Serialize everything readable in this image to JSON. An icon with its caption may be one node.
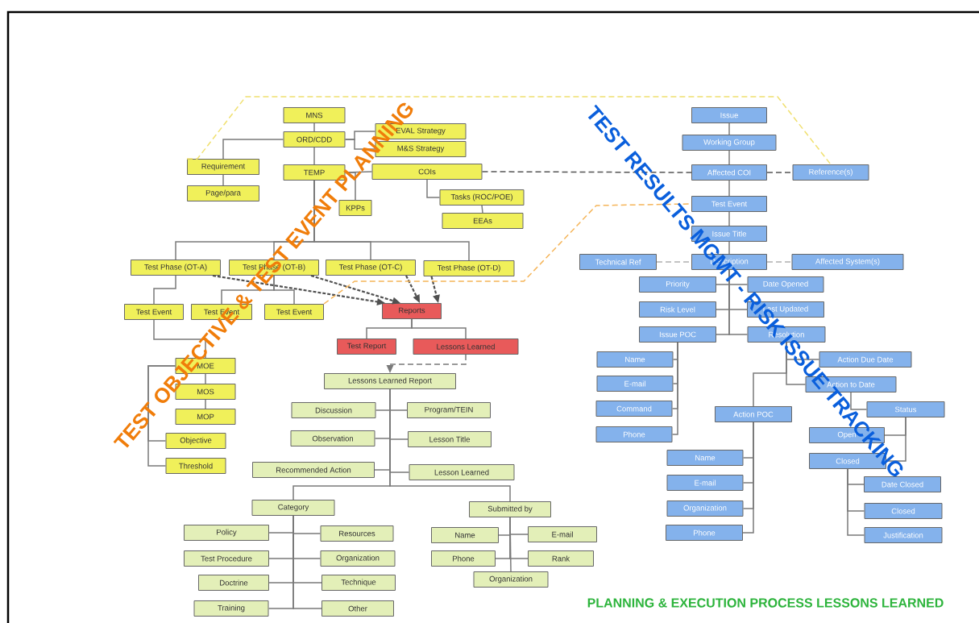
{
  "diagram": {
    "nodes": [
      {
        "text": [
          "MNS"
        ]
      },
      {
        "text": [
          "ORD/CDD"
        ]
      },
      {
        "text": [
          "EVAL Strategy"
        ]
      },
      {
        "text": [
          "M&S Strategy"
        ]
      },
      {
        "text": [
          "Requirement"
        ]
      },
      {
        "text": [
          "Page/para"
        ]
      },
      {
        "text": [
          "TEMP"
        ]
      },
      {
        "text": [
          "COIs"
        ]
      },
      {
        "text": [
          "KPPs"
        ]
      },
      {
        "text": [
          "Tasks (ROC/POE)"
        ]
      },
      {
        "text": [
          "EEAs"
        ]
      },
      {
        "text": [
          "Test Phase (OT-A)"
        ]
      },
      {
        "text": [
          "Test Phase (OT-B)"
        ]
      },
      {
        "text": [
          "Test Phase (OT-C)"
        ]
      },
      {
        "text": [
          "Test Phase (OT-D)"
        ]
      },
      {
        "text": [
          "Test Event"
        ]
      },
      {
        "text": [
          "Test Event"
        ]
      },
      {
        "text": [
          "Test Event"
        ]
      },
      {
        "text": [
          "Reports"
        ]
      },
      {
        "text": [
          "Test Report"
        ]
      },
      {
        "text": [
          "Lessons Learned"
        ]
      },
      {
        "text": [
          "MOE"
        ]
      },
      {
        "text": [
          "MOS"
        ]
      },
      {
        "text": [
          "MOP"
        ]
      },
      {
        "text": [
          "Objective"
        ]
      },
      {
        "text": [
          "Threshold"
        ]
      },
      {
        "text": [
          "Lessons Learned Report"
        ]
      },
      {
        "text": [
          "Discussion"
        ]
      },
      {
        "text": [
          "Program/TEIN"
        ]
      },
      {
        "text": [
          "Observation"
        ]
      },
      {
        "text": [
          "Lesson Title"
        ]
      },
      {
        "text": [
          "Recommended Action"
        ]
      },
      {
        "text": [
          "Lesson Learned"
        ]
      },
      {
        "text": [
          "Category"
        ]
      },
      {
        "text": [
          "Submitted by"
        ]
      },
      {
        "text": [
          "Policy"
        ]
      },
      {
        "text": [
          "Resources"
        ]
      },
      {
        "text": [
          "Test Procedure"
        ]
      },
      {
        "text": [
          "Organization"
        ]
      },
      {
        "text": [
          "Name"
        ]
      },
      {
        "text": [
          "E-mail"
        ]
      },
      {
        "text": [
          "Phone"
        ]
      },
      {
        "text": [
          "Rank"
        ]
      },
      {
        "text": [
          "Organization"
        ]
      },
      {
        "text": [
          "Doctrine"
        ]
      },
      {
        "text": [
          "Technique"
        ]
      },
      {
        "text": [
          "Training"
        ]
      },
      {
        "text": [
          "Other"
        ]
      },
      {
        "text": [
          "Issue"
        ]
      },
      {
        "text": [
          "Working Group"
        ]
      },
      {
        "text": [
          "Affected COI"
        ]
      },
      {
        "text": [
          "Reference(s)"
        ]
      },
      {
        "text": [
          "Test Event"
        ]
      },
      {
        "text": [
          "Issue Title"
        ]
      },
      {
        "text": [
          "Technical Ref"
        ]
      },
      {
        "text": [
          "Description"
        ]
      },
      {
        "text": [
          "Affected System(s)"
        ]
      },
      {
        "text": [
          "Priority"
        ]
      },
      {
        "text": [
          "Date Opened"
        ]
      },
      {
        "text": [
          "Risk Level"
        ]
      },
      {
        "text": [
          "Last Updated"
        ]
      },
      {
        "text": [
          "Issue POC"
        ]
      },
      {
        "text": [
          "Resolution"
        ]
      },
      {
        "text": [
          "Name"
        ]
      },
      {
        "text": [
          "E-mail"
        ]
      },
      {
        "text": [
          "Command"
        ]
      },
      {
        "text": [
          "Phone"
        ]
      },
      {
        "text": [
          "Action Due Date"
        ]
      },
      {
        "text": [
          "Action to Date"
        ]
      },
      {
        "text": [
          "Status"
        ]
      },
      {
        "text": [
          "Action POC"
        ]
      },
      {
        "text": [
          "Open"
        ]
      },
      {
        "text": [
          "Closed"
        ]
      },
      {
        "text": [
          "Name"
        ]
      },
      {
        "text": [
          "E-mail"
        ]
      },
      {
        "text": [
          "Organization"
        ]
      },
      {
        "text": [
          "Phone"
        ]
      },
      {
        "text": [
          "Date Closed"
        ]
      },
      {
        "text": [
          "Closed"
        ]
      },
      {
        "text": [
          "Justification"
        ]
      }
    ],
    "edges": [
      {
        "from": 0,
        "to": 1,
        "arrow": "none"
      },
      {
        "from": 1,
        "to": 2,
        "arrow": "none"
      },
      {
        "from": 1,
        "to": 3,
        "arrow": "none"
      },
      {
        "from": 1,
        "to": 4,
        "arrow": "none"
      },
      {
        "from": 4,
        "to": 5,
        "arrow": "none"
      },
      {
        "from": 1,
        "to": 6,
        "arrow": "none"
      },
      {
        "from": 6,
        "to": 7,
        "arrow": "none"
      },
      {
        "from": 6,
        "to": 8,
        "arrow": "none"
      },
      {
        "from": 7,
        "to": 9,
        "arrow": "none"
      },
      {
        "from": 9,
        "to": 10,
        "arrow": "none"
      },
      {
        "from": 6,
        "to": 11,
        "arrow": "none"
      },
      {
        "from": 6,
        "to": 12,
        "arrow": "none"
      },
      {
        "from": 6,
        "to": 13,
        "arrow": "none"
      },
      {
        "from": 6,
        "to": 14,
        "arrow": "none"
      },
      {
        "from": 11,
        "to": 15,
        "arrow": "none"
      },
      {
        "from": 12,
        "to": 16,
        "arrow": "none"
      },
      {
        "from": 12,
        "to": 17,
        "arrow": "none"
      },
      {
        "from": 11,
        "to": 18,
        "arrow": "to",
        "style": "dashed",
        "color": "#505050"
      },
      {
        "from": 12,
        "to": 18,
        "arrow": "to",
        "style": "dashed",
        "color": "#505050"
      },
      {
        "from": 13,
        "to": 18,
        "arrow": "to",
        "style": "dashed",
        "color": "#505050"
      },
      {
        "from": 14,
        "to": 18,
        "arrow": "to",
        "style": "dashed",
        "color": "#505050"
      },
      {
        "from": 18,
        "to": 19,
        "arrow": "none"
      },
      {
        "from": 18,
        "to": 20,
        "arrow": "none"
      },
      {
        "from": 20,
        "to": 26,
        "arrow": "to",
        "style": "dashed"
      },
      {
        "from": 15,
        "to": 21,
        "arrow": "none"
      },
      {
        "from": 21,
        "to": 22,
        "arrow": "none"
      },
      {
        "from": 22,
        "to": 23,
        "arrow": "none"
      },
      {
        "from": 21,
        "to": 24,
        "arrow": "none"
      },
      {
        "from": 21,
        "to": 25,
        "arrow": "none"
      },
      {
        "from": 26,
        "to": 27,
        "arrow": "none"
      },
      {
        "from": 26,
        "to": 28,
        "arrow": "none"
      },
      {
        "from": 26,
        "to": 29,
        "arrow": "none"
      },
      {
        "from": 26,
        "to": 30,
        "arrow": "none"
      },
      {
        "from": 26,
        "to": 31,
        "arrow": "none"
      },
      {
        "from": 26,
        "to": 32,
        "arrow": "none"
      },
      {
        "from": 26,
        "to": 33,
        "arrow": "none"
      },
      {
        "from": 26,
        "to": 34,
        "arrow": "none"
      },
      {
        "from": 33,
        "to": 35,
        "arrow": "none"
      },
      {
        "from": 33,
        "to": 36,
        "arrow": "none"
      },
      {
        "from": 33,
        "to": 37,
        "arrow": "none"
      },
      {
        "from": 33,
        "to": 38,
        "arrow": "none"
      },
      {
        "from": 33,
        "to": 44,
        "arrow": "none"
      },
      {
        "from": 33,
        "to": 45,
        "arrow": "none"
      },
      {
        "from": 33,
        "to": 46,
        "arrow": "none"
      },
      {
        "from": 33,
        "to": 47,
        "arrow": "none"
      },
      {
        "from": 34,
        "to": 39,
        "arrow": "none"
      },
      {
        "from": 34,
        "to": 40,
        "arrow": "none"
      },
      {
        "from": 34,
        "to": 41,
        "arrow": "none"
      },
      {
        "from": 34,
        "to": 42,
        "arrow": "none"
      },
      {
        "from": 34,
        "to": 43,
        "arrow": "none"
      },
      {
        "from": 4,
        "to": 51,
        "arrow": "none",
        "style": "dashed",
        "color": "#f0e070"
      },
      {
        "from": 17,
        "to": 52,
        "arrow": "none",
        "style": "dashed",
        "color": "#f5b55a"
      },
      {
        "from": 7,
        "to": 50,
        "arrow": "none",
        "style": "dashed",
        "color": "#555555"
      },
      {
        "from": 50,
        "to": 51,
        "arrow": "none",
        "style": "dashed",
        "color": "#555555"
      },
      {
        "from": 48,
        "to": 49,
        "arrow": "none"
      },
      {
        "from": 49,
        "to": 50,
        "arrow": "none"
      },
      {
        "from": 50,
        "to": 52,
        "arrow": "none"
      },
      {
        "from": 52,
        "to": 53,
        "arrow": "none"
      },
      {
        "from": 53,
        "to": 55,
        "arrow": "none"
      },
      {
        "from": 54,
        "to": 55,
        "arrow": "none",
        "style": "dashed",
        "color": "#b0b0b0"
      },
      {
        "from": 55,
        "to": 56,
        "arrow": "none",
        "style": "dashed",
        "color": "#b0b0b0"
      },
      {
        "from": 55,
        "to": 57,
        "arrow": "none"
      },
      {
        "from": 55,
        "to": 58,
        "arrow": "none"
      },
      {
        "from": 55,
        "to": 59,
        "arrow": "none"
      },
      {
        "from": 55,
        "to": 60,
        "arrow": "none"
      },
      {
        "from": 55,
        "to": 61,
        "arrow": "none"
      },
      {
        "from": 55,
        "to": 62,
        "arrow": "none"
      },
      {
        "from": 61,
        "to": 63,
        "arrow": "none"
      },
      {
        "from": 61,
        "to": 64,
        "arrow": "none"
      },
      {
        "from": 61,
        "to": 65,
        "arrow": "none"
      },
      {
        "from": 61,
        "to": 66,
        "arrow": "none"
      },
      {
        "from": 62,
        "to": 67,
        "arrow": "none"
      },
      {
        "from": 62,
        "to": 68,
        "arrow": "none"
      },
      {
        "from": 62,
        "to": 70,
        "arrow": "none"
      },
      {
        "from": 68,
        "to": 69,
        "arrow": "none"
      },
      {
        "from": 69,
        "to": 71,
        "arrow": "none"
      },
      {
        "from": 69,
        "to": 72,
        "arrow": "none"
      },
      {
        "from": 70,
        "to": 73,
        "arrow": "none"
      },
      {
        "from": 70,
        "to": 74,
        "arrow": "none"
      },
      {
        "from": 70,
        "to": 75,
        "arrow": "none"
      },
      {
        "from": 70,
        "to": 76,
        "arrow": "none"
      },
      {
        "from": 72,
        "to": 77,
        "arrow": "none"
      },
      {
        "from": 72,
        "to": 78,
        "arrow": "none"
      },
      {
        "from": 72,
        "to": 79,
        "arrow": "none"
      }
    ],
    "labels": [
      "TEST OBJECTIVE & TEST EVENT PLANNING",
      "TEST RESULTS MGMT - RISK ISSUE TRACKING",
      "PLANNING & EXECUTION PROCESS LESSONS LEARNED"
    ]
  }
}
